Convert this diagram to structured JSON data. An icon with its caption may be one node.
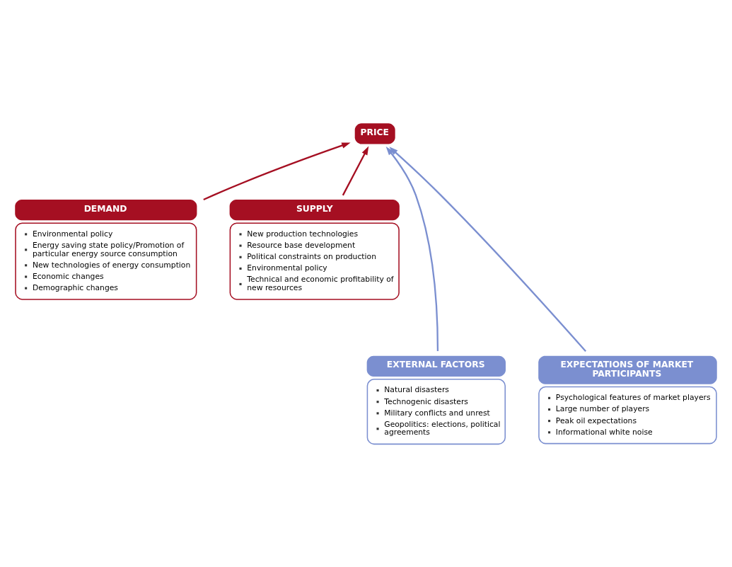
{
  "diagram": {
    "nodes": [
      {
        "text": [
          "PRICE"
        ]
      },
      {
        "text": [
          "DEMAND",
          "Environmental policy",
          "Energy saving state policy/Promotion of particular energy source consumption",
          "New technologies of energy consumption",
          "Economic changes",
          "Demographic changes"
        ]
      },
      {
        "text": [
          "SUPPLY",
          "New production technologies",
          "Resource base development",
          "Political constraints on production",
          "Environmental policy",
          "Technical and economic profitability of new resources"
        ]
      },
      {
        "text": [
          "EXTERNAL FACTORS",
          "Natural disasters",
          "Technogenic disasters",
          "Military conflicts and unrest",
          "Geopolitics: elections, political agreements"
        ]
      },
      {
        "text": [
          "EXPECTATIONS OF MARKET PARTICIPANTS",
          "Psychological features of market players",
          "Large number of players",
          "Peak oil expectations",
          "Informational white noise"
        ]
      }
    ],
    "edges": [
      {
        "from": 1,
        "to": 0,
        "arrow": "to",
        "color": "#a50f22"
      },
      {
        "from": 2,
        "to": 0,
        "arrow": "to",
        "color": "#a50f22"
      },
      {
        "from": 3,
        "to": 0,
        "arrow": "to",
        "color": "#7b8fd0"
      },
      {
        "from": 4,
        "to": 0,
        "arrow": "to",
        "color": "#7b8fd0"
      }
    ]
  }
}
